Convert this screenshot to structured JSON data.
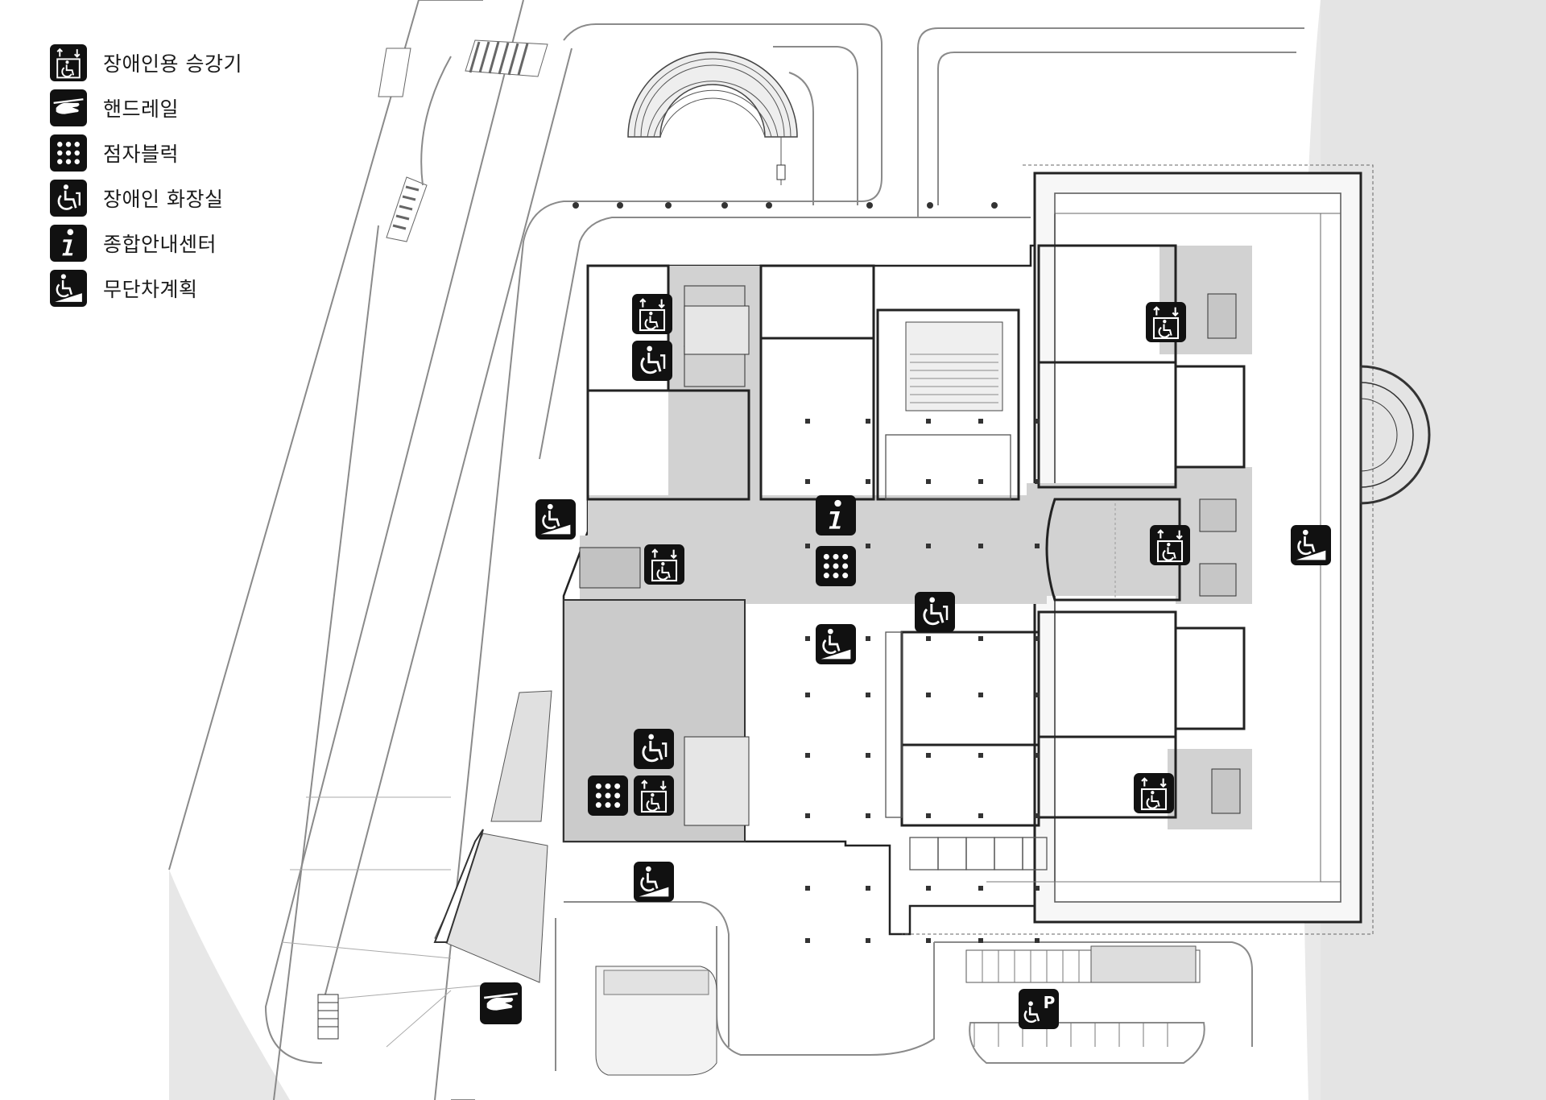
{
  "legend": {
    "items": [
      {
        "key": "elevator",
        "label": "장애인용 승강기",
        "icon": "elevator-icon"
      },
      {
        "key": "handrail",
        "label": "핸드레일",
        "icon": "handrail-icon"
      },
      {
        "key": "tactile",
        "label": "점자블럭",
        "icon": "tactile-block-icon"
      },
      {
        "key": "toilet",
        "label": "장애인 화장실",
        "icon": "accessible-toilet-icon"
      },
      {
        "key": "info",
        "label": "종합안내센터",
        "icon": "info-icon"
      },
      {
        "key": "ramp",
        "label": "무단차계획",
        "icon": "ramp-icon"
      }
    ]
  },
  "plan": {
    "parking_letter": "P",
    "info_letter": "i",
    "colors": {
      "ink": "#111111",
      "corridor": "#d4d4d4",
      "grey_zone": "#c9c9c9",
      "site": "#ededed",
      "right_band": "#e6e6e6",
      "white": "#ffffff"
    }
  }
}
